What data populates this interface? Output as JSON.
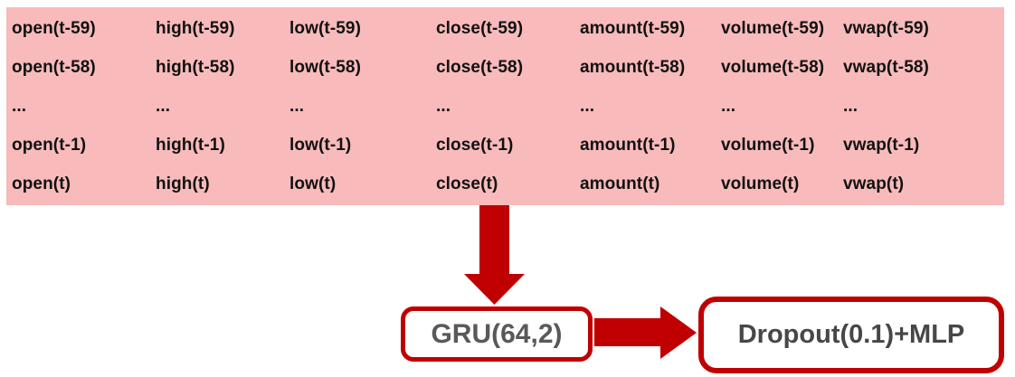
{
  "colors": {
    "table_bg": "#f8baba",
    "arrow_red": "#c00000",
    "node_border_red": "#c00000",
    "gru_text": "#595959",
    "dropout_text": "#474747",
    "table_text": "#111111",
    "page_bg": "#ffffff"
  },
  "table": {
    "rows": [
      [
        "open(t-59)",
        "high(t-59)",
        "low(t-59)",
        "close(t-59)",
        "amount(t-59)",
        "volume(t-59)",
        "vwap(t-59)"
      ],
      [
        "open(t-58)",
        "high(t-58)",
        "low(t-58)",
        "close(t-58)",
        "amount(t-58)",
        "volume(t-58)",
        "vwap(t-58)"
      ],
      [
        "...",
        "...",
        "...",
        "...",
        "...",
        "...",
        "..."
      ],
      [
        "open(t-1)",
        "high(t-1)",
        "low(t-1)",
        "close(t-1)",
        "amount(t-1)",
        "volume(t-1)",
        "vwap(t-1)"
      ],
      [
        "open(t)",
        "high(t)",
        "low(t)",
        "close(t)",
        "amount(t)",
        "volume(t)",
        "vwap(t)"
      ]
    ]
  },
  "nodes": {
    "gru_label": "GRU(64,2)",
    "dropout_label": "Dropout(0.1)+MLP"
  },
  "icons": {
    "down_arrow": "down-arrow-icon",
    "right_arrow": "right-arrow-icon"
  }
}
